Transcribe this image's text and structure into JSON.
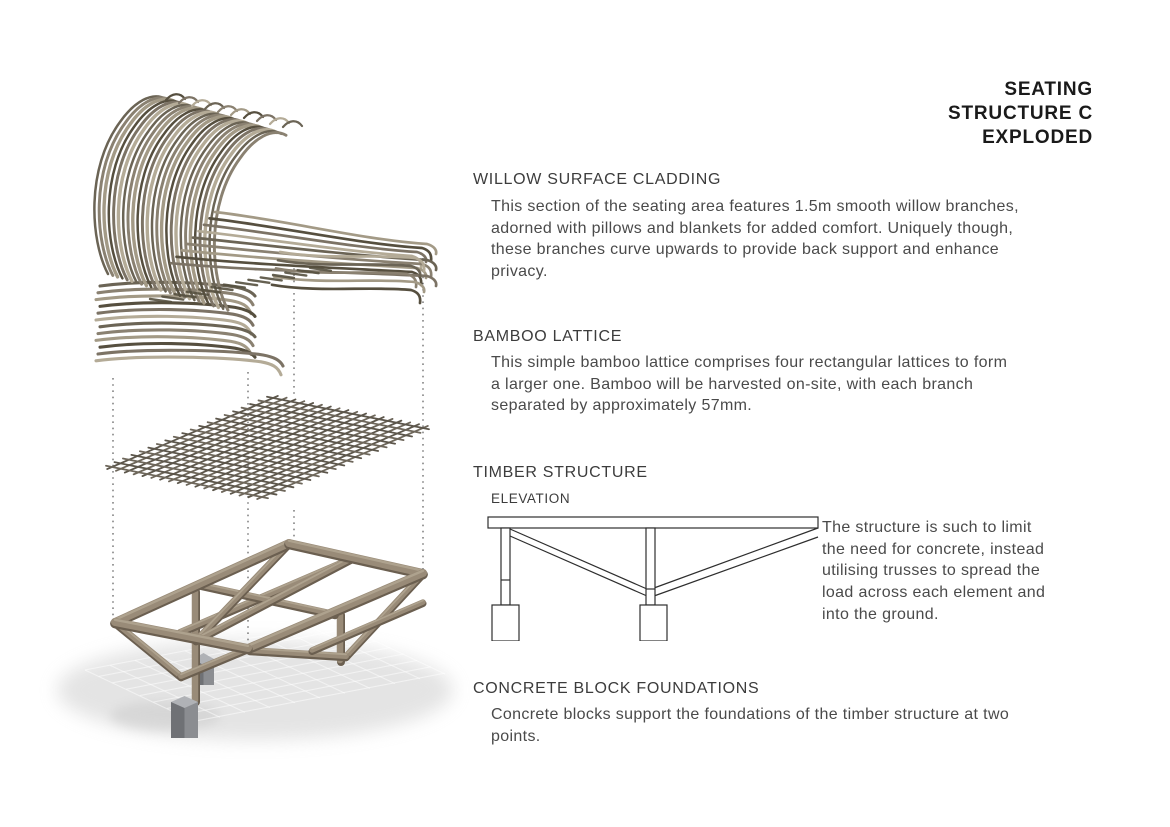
{
  "title": {
    "lines": [
      "SEATING",
      "STRUCTURE C",
      "EXPLODED"
    ],
    "color": "#1a1a1a"
  },
  "sections": {
    "willow": {
      "heading": "WILLOW SURFACE CLADDING",
      "body": [
        "This section of the seating area features 1.5m smooth willow branches,",
        "adorned with pillows and blankets for added comfort. Uniquely though,",
        "these branches curve upwards to provide back support and enhance",
        "privacy."
      ]
    },
    "bamboo": {
      "heading": "BAMBOO LATTICE",
      "body": [
        "This simple bamboo lattice comprises four rectangular lattices to form",
        "a larger one. Bamboo will be harvested on-site, with each branch",
        "separated by approximately 57mm."
      ]
    },
    "timber": {
      "heading": "TIMBER STRUCTURE",
      "sub_label": "ELEVATION",
      "body": [
        "The structure is such to limit",
        "the need for concrete, instead",
        "utilising trusses to spread the",
        "load across each element and",
        "into the ground."
      ]
    },
    "foundations": {
      "heading": "CONCRETE BLOCK FOUNDATIONS",
      "body": [
        "Concrete blocks support the foundations of the timber structure at two",
        "points."
      ]
    }
  },
  "illustration": {
    "label": "Exploded axonometric of seating structure C",
    "layers": [
      "willow surface cladding",
      "bamboo lattice",
      "timber structure",
      "concrete block foundations"
    ],
    "colors": {
      "willow_tones": [
        "#6b6455",
        "#8a8171",
        "#a39a86",
        "#564f3f",
        "#7c7365",
        "#b4ab97"
      ],
      "willow_dark": "#55503f",
      "lattice": "#6e675b",
      "lattice_dark": "#5c564b",
      "wood": "#998b78",
      "wood_shade": "#6b5f50",
      "wood_highlight": "#b3a793",
      "concrete_top": "#b0b2b6",
      "concrete_front": "#8b8d91",
      "concrete_side": "#6f7175",
      "shadow": "#bcbcbc",
      "guide": "#5a5a5a",
      "elevation_line": "#2e2e2e"
    }
  }
}
